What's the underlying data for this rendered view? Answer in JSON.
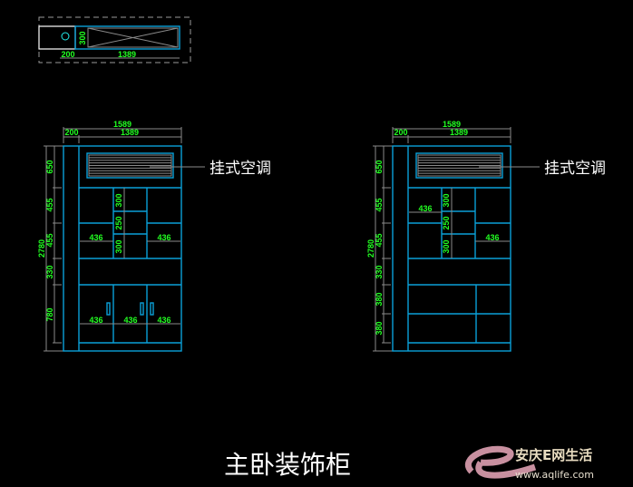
{
  "plan_view": {
    "dim_side": "200",
    "dim_main": "1389",
    "dim_depth": "300"
  },
  "elevations": [
    {
      "total_width": "1589",
      "side_width": "200",
      "main_width": "1389",
      "total_height": "2780",
      "heights": [
        "650",
        "455",
        "455",
        "330",
        "780"
      ],
      "inner_heights": [
        "300",
        "250",
        "300"
      ],
      "shelf_widths": [
        "436",
        "436"
      ],
      "door_widths": [
        "436",
        "436",
        "436"
      ],
      "ac_label": "挂式空调"
    },
    {
      "total_width": "1589",
      "side_width": "200",
      "main_width": "1389",
      "total_height": "2780",
      "heights": [
        "650",
        "455",
        "455",
        "330",
        "380",
        "380"
      ],
      "inner_heights": [
        "300",
        "250",
        "300"
      ],
      "shelf_widths": [
        "436",
        "436"
      ],
      "ac_label": "挂式空调"
    }
  ],
  "title": "主卧装饰柜",
  "watermark": {
    "brand": "安庆E网生活",
    "url": "www.aqlife.com",
    "color": "#c890a0"
  }
}
